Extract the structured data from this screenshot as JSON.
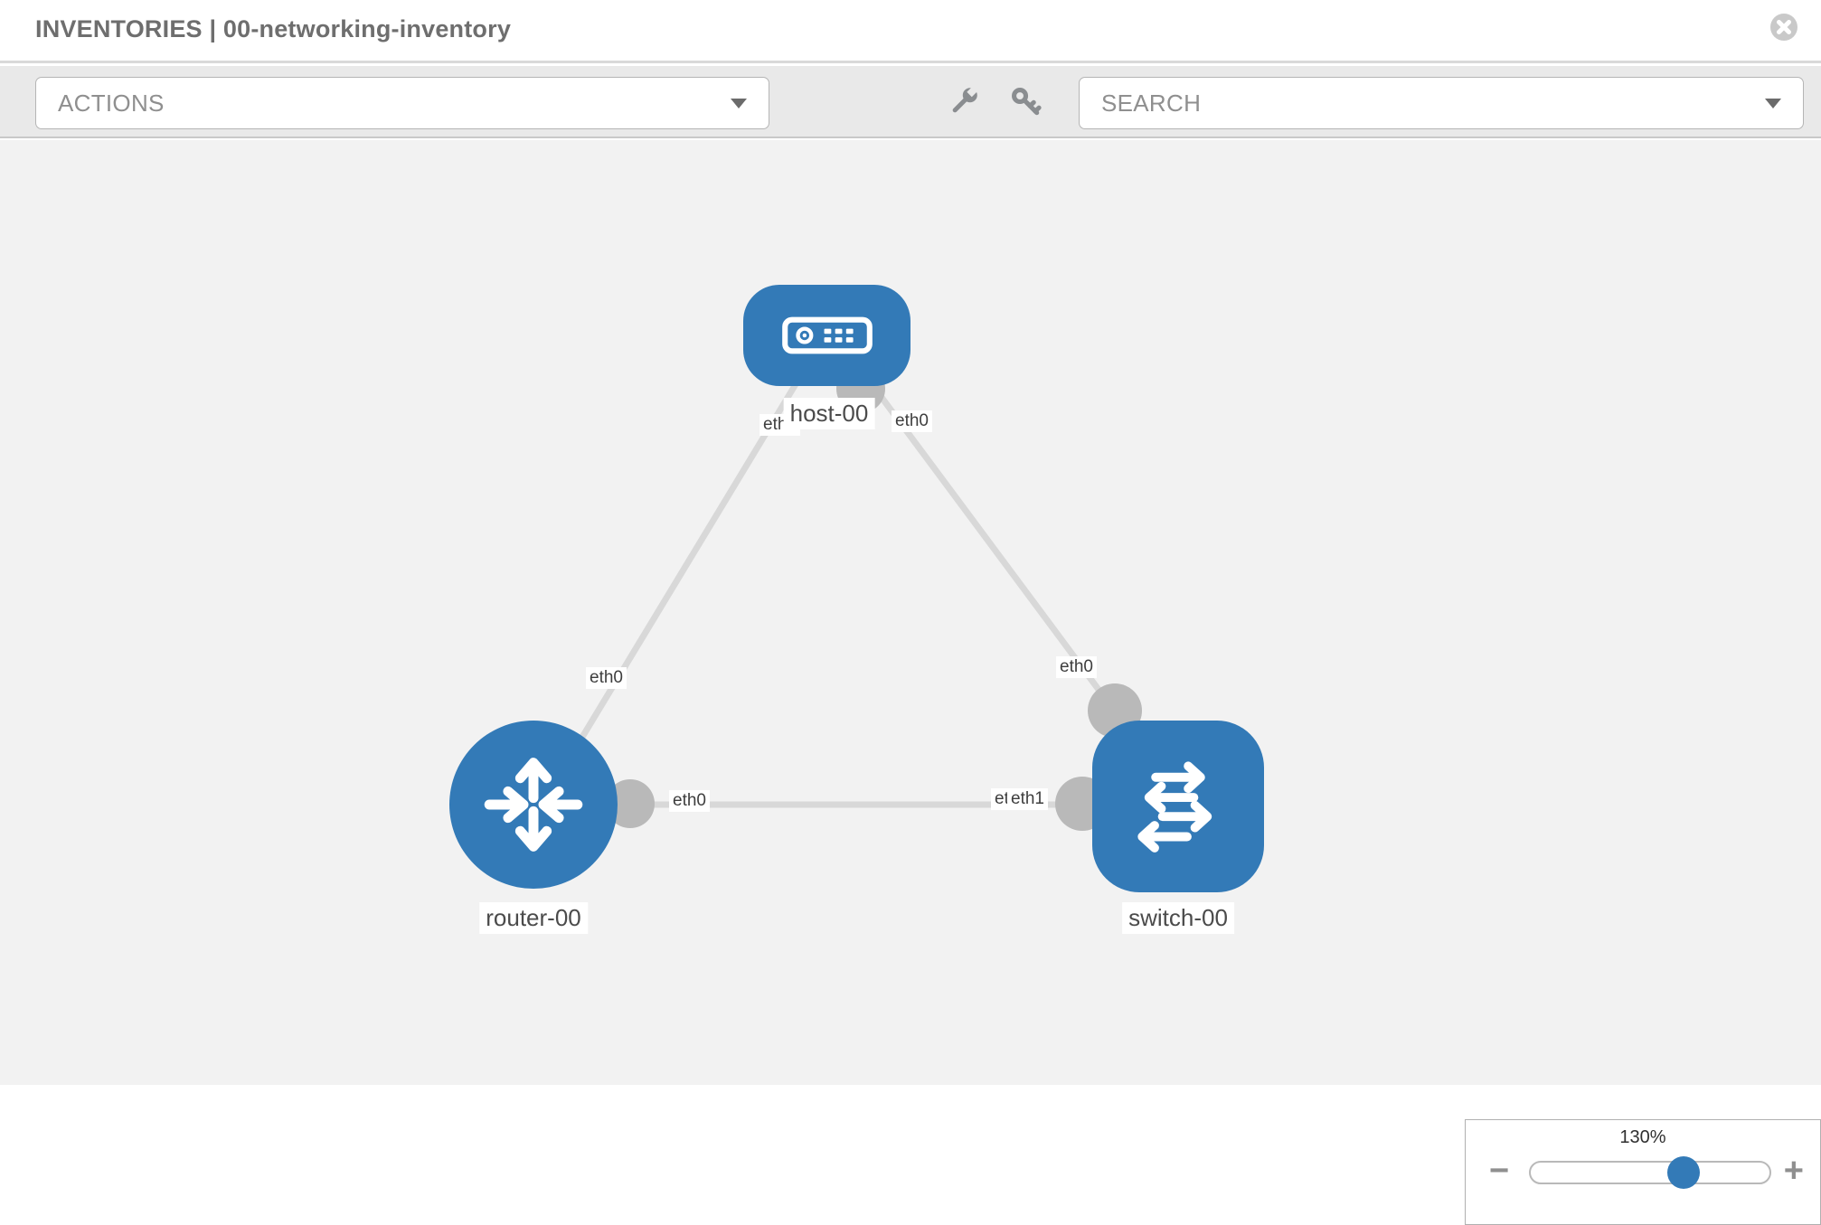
{
  "header": {
    "title": "INVENTORIES | 00-networking-inventory",
    "close_icon": "x-circle-icon"
  },
  "toolbar": {
    "actions_label": "ACTIONS",
    "search_label": "SEARCH",
    "icons": [
      "wrench-icon",
      "key-icon"
    ],
    "dropdown_caret_icon": "chevron-down-icon"
  },
  "canvas": {
    "nodes": [
      {
        "id": "host-00",
        "type": "host",
        "label": "host-00",
        "icon": "host-device-icon"
      },
      {
        "id": "router-00",
        "type": "router",
        "label": "router-00",
        "icon": "router-device-icon"
      },
      {
        "id": "switch-00",
        "type": "switch",
        "label": "switch-00",
        "icon": "switch-device-icon"
      }
    ],
    "links": [
      {
        "source": "host-00",
        "target": "router-00",
        "source_interface": "eth0",
        "target_interface": "eth0"
      },
      {
        "source": "host-00",
        "target": "switch-00",
        "source_interface": "eth0",
        "target_interface": "eth0"
      },
      {
        "source": "router-00",
        "target": "switch-00",
        "source_interface": "eth0",
        "target_interface": "eth1"
      }
    ],
    "iface_labels": [
      "eth0",
      "eth0",
      "eth0",
      "eth0",
      "eth0",
      "eth1",
      "eth1"
    ]
  },
  "zoom": {
    "level": "130%",
    "percent": 64,
    "minus": "−",
    "plus": "+"
  },
  "colors": {
    "node_blue": "#337ab7",
    "link_gray": "#d8d8d8",
    "dot_gray": "#b9b9b9",
    "canvas_bg": "#f2f2f2",
    "toolbar_bg": "#e9e9e9"
  }
}
